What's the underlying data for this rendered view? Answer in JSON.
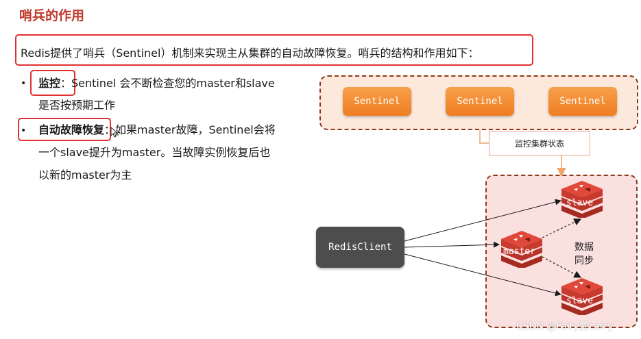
{
  "title": "哨兵的作用",
  "intro": "Redis提供了哨兵（Sentinel）机制来实现主从集群的自动故障恢复。哨兵的结构和作用如下：",
  "bullets": [
    {
      "head": "监控",
      "line1": "：Sentinel 会不断检查您的master和slave",
      "line2": "是否按预期工作"
    },
    {
      "head": "自动故障恢复",
      "line1": "：如果master故障，Sentinel会将",
      "line2": "一个slave提升为master。当故障实例恢复后也",
      "line3": "以新的master为主"
    }
  ],
  "diagram": {
    "sentinels": [
      "Sentinel",
      "Sentinel",
      "Sentinel"
    ],
    "monitor_label": "监控集群状态",
    "client": "RedisClient",
    "master": "master",
    "slave_top": "slave",
    "slave_bottom": "slave",
    "sync_line1": "数据",
    "sync_line2": "同步"
  },
  "watermark": "CSDN @Fairy要carry",
  "colors": {
    "accent_red": "#e03030",
    "sentinel_orange": "#ef7d22",
    "client_gray": "#4d4d4d",
    "redis_red": "#d8352a"
  }
}
